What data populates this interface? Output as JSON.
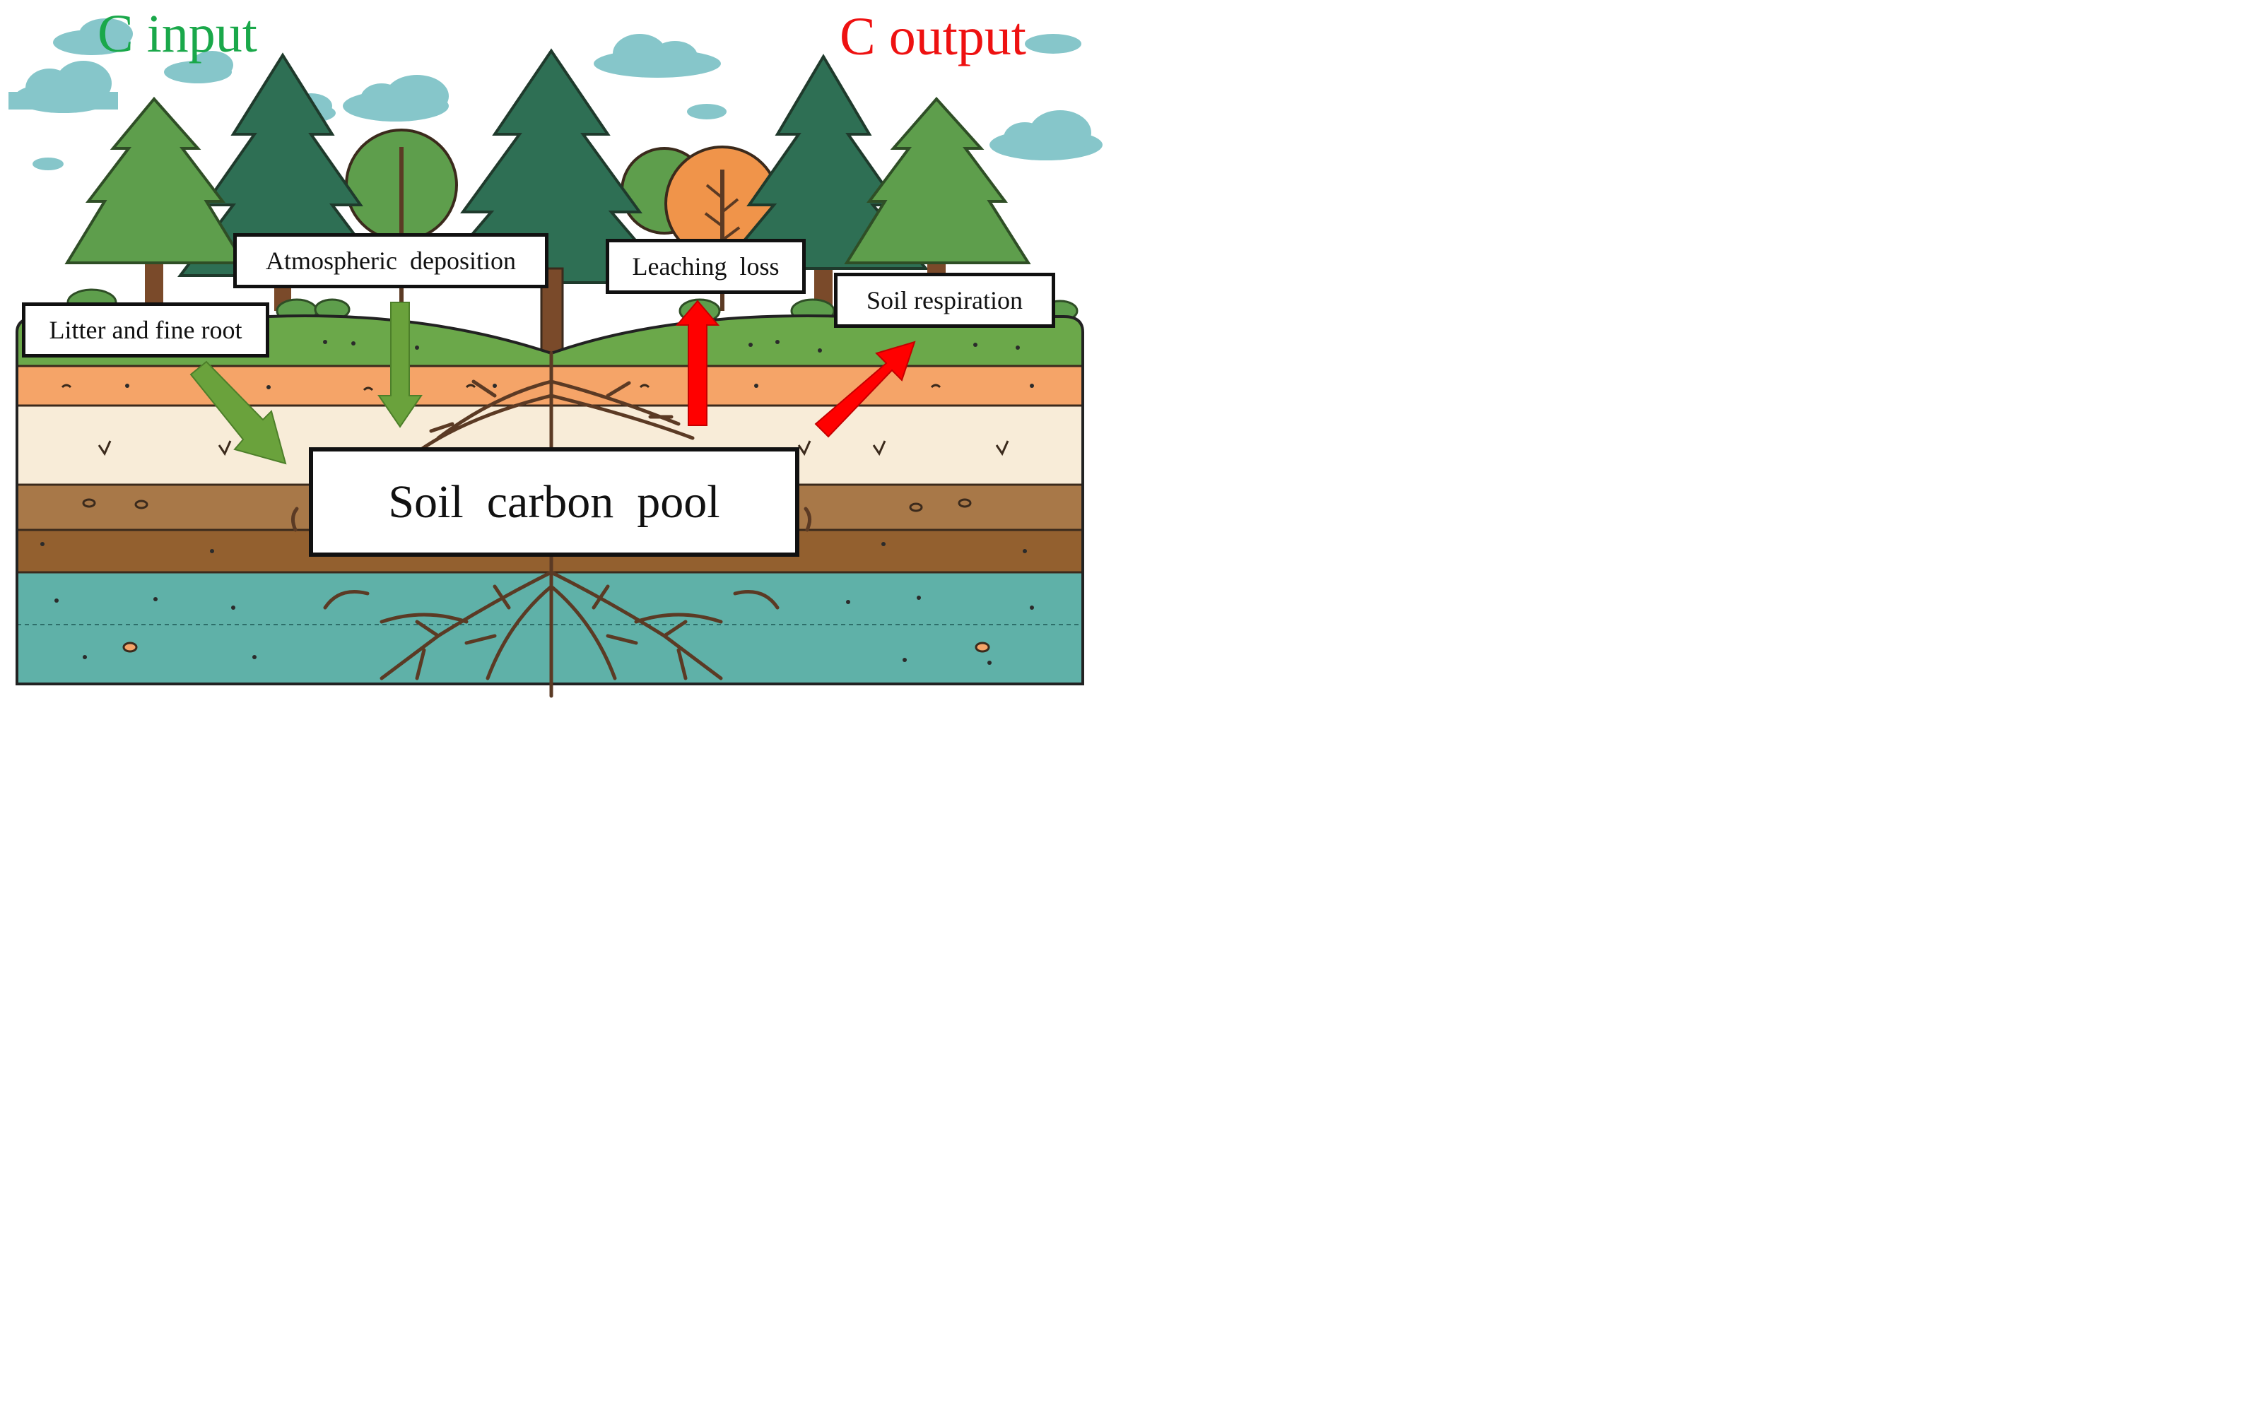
{
  "headings": {
    "input": "C input",
    "output": "C output"
  },
  "labels": {
    "litter": "Litter and fine root",
    "atmospheric": "Atmospheric  deposition",
    "leaching": "Leaching  loss",
    "respiration": "Soil respiration",
    "pool": "Soil  carbon  pool"
  },
  "colors": {
    "input": "#1aa84a",
    "output": "#ee1111",
    "input_arrow": "#6aa23c",
    "output_arrow": "#ff0000",
    "sky": "#ffffff",
    "cloud": "#7fc4c8",
    "grass": "#6ba84a",
    "orange_layer": "#f5a468",
    "sand_layer": "#f8ecd8",
    "brown_layer_1": "#a87848",
    "brown_layer_2": "#93602f",
    "water_layer": "#5fb1a8",
    "root": "#5b3a24",
    "pine_dark": "#2e6f54",
    "pine_light": "#5e9e4c",
    "orange_tree": "#f0944a"
  },
  "icons": [
    "pine-tree-icon",
    "round-tree-icon",
    "cloud-icon",
    "root-system-icon"
  ]
}
